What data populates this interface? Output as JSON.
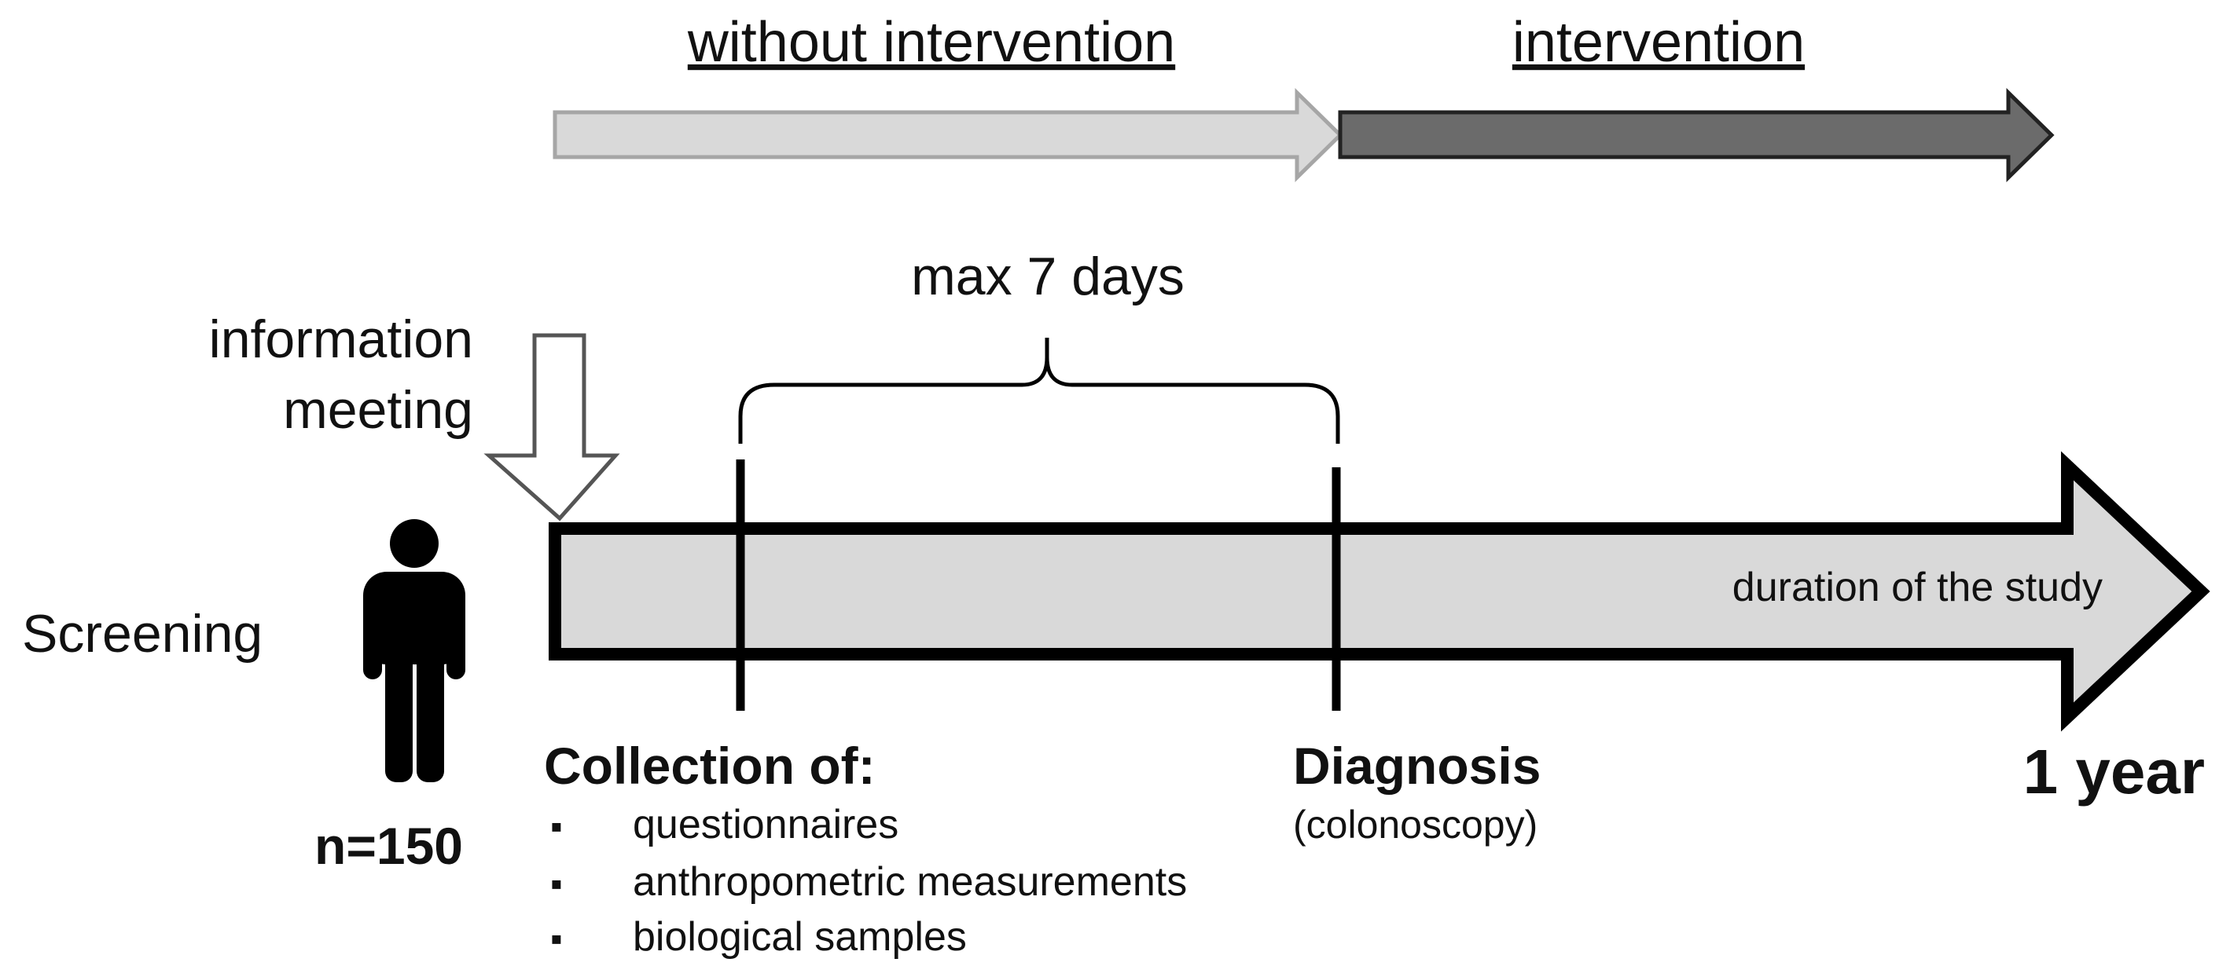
{
  "phases": {
    "without_intervention": "without intervention",
    "intervention": "intervention"
  },
  "bracket_label": "max 7 days",
  "information_meeting": [
    "information",
    "meeting"
  ],
  "screening": "Screening",
  "sample_size": "n=150",
  "collection": {
    "title": "Collection of:",
    "items": [
      "questionnaires",
      "anthropometric measurements",
      "biological samples"
    ],
    "bullet": "▪"
  },
  "diagnosis": {
    "title": "Diagnosis",
    "subtitle": "(colonoscopy)"
  },
  "timeline_label": "duration of the study",
  "end_label": "1 year",
  "colors": {
    "light_arrow": "#d9d9d9",
    "dark_arrow": "#6b6b6b",
    "timeline_fill": "#d9d9d9",
    "stroke": "#000000"
  }
}
